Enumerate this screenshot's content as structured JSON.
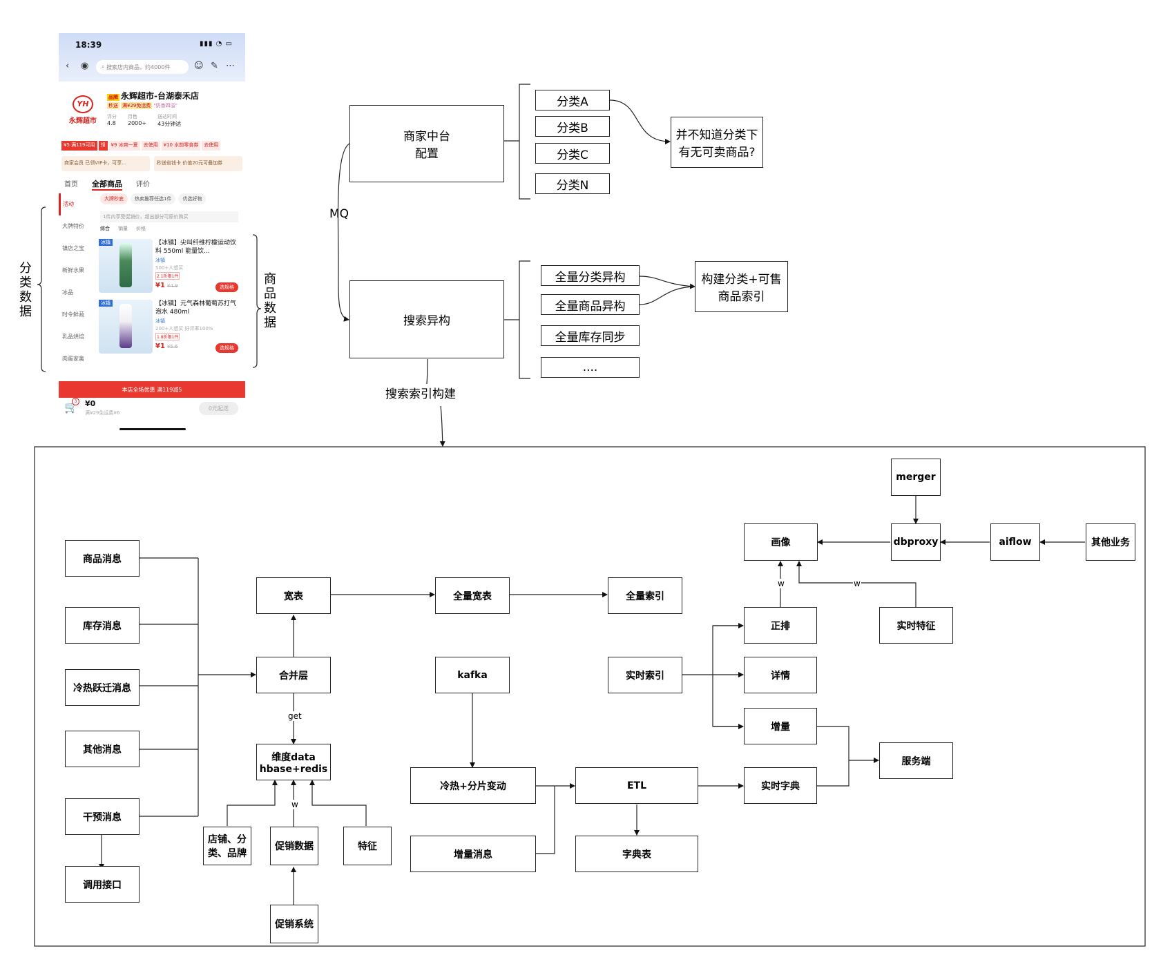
{
  "phone": {
    "time": "18:39",
    "search_placeholder": "搜索店内商品，约4000件",
    "shop_name": "永辉超市-台湖泰禾店",
    "brand_tag": "品牌",
    "logo_letters": "YH",
    "logo_text": "永辉超市",
    "tags": [
      "秒送",
      "满¥29免运费",
      "\"奶香四溢\""
    ],
    "stats": [
      {
        "label": "评分",
        "value": "4.8"
      },
      {
        "label": "月售",
        "value": "2000+"
      },
      {
        "label": "送达时间",
        "value": "43分钟达"
      }
    ],
    "coupons": [
      "¥5 满119可用",
      "领",
      "¥9 冰爽一夏",
      "去使用",
      "¥10 水韵零食券",
      "去使用"
    ],
    "member_left": "商家会员  已领VIP卡，可享...",
    "member_right": "秒送省钱卡  价值20元可叠加券",
    "tabs": [
      "首页",
      "全部商品",
      "评价"
    ],
    "left_nav": [
      "活动",
      "大牌特价",
      "镇店之宝",
      "新鲜水果",
      "冰品",
      "时令鲜蔬",
      "乳品烘焙",
      "肉蛋家禽"
    ],
    "chips": [
      "大牌秒底",
      "热卖推荐任选1件",
      "优选好物"
    ],
    "hint": "1件内享受促销价，超出部分可原价购买",
    "sort": [
      "综合",
      "销量",
      "价格"
    ],
    "items": [
      {
        "badge": "冰镇",
        "name": "【冰镇】尖叫纤维柠檬运动饮料 550ml 能量饮...",
        "sub": "冰镇",
        "sales": "500+人想买",
        "promo": "2.1折限1件",
        "price": "¥1",
        "old": "¥4.9",
        "btn": "选规格"
      },
      {
        "badge": "冰镇",
        "name": "【冰镇】元气森林葡萄苏打气泡水 480ml",
        "sub": "冰镇",
        "sales": "200+人想买  好评率100%",
        "promo": "1.8折限1件",
        "price": "¥1",
        "old": "¥5.6",
        "btn": "选规格"
      }
    ],
    "banner": "本店全场优惠 满119减5",
    "cart_count": "3",
    "cart_price": "¥0",
    "ship_text": "满¥29免运费¥6",
    "go_btn": "0元起送"
  },
  "side_labels": {
    "category_data": "分类数据",
    "product_data": "商品数据"
  },
  "top": {
    "merchant_config": [
      "商家中台",
      "配置"
    ],
    "categories": [
      "分类A",
      "分类B",
      "分类C",
      "分类N"
    ],
    "question": [
      "并不知道分类下",
      "有无可卖商品?"
    ],
    "mq": "MQ",
    "search_async": "搜索异构",
    "async_items": [
      "全量分类异构",
      "全量商品异构",
      "全量库存同步",
      "...."
    ],
    "build_index": [
      "构建分类+可售",
      "商品索引"
    ],
    "index_build": "搜索索引构建"
  },
  "arch": {
    "messages": [
      "商品消息",
      "库存消息",
      "冷热跃迁消息",
      "其他消息",
      "干预消息"
    ],
    "call_api": "调用接口",
    "wide_table": "宽表",
    "merge_layer": "合并层",
    "get_label": "get",
    "dim_data": [
      "维度data",
      "hbase+redis"
    ],
    "w_label": "w",
    "dim_sources": [
      "店铺、分类、品牌",
      "促销数据",
      "特征"
    ],
    "promo_system": "促销系统",
    "full_wide": "全量宽表",
    "full_index": "全量索引",
    "kafka": "kafka",
    "hot_cold": "冷热+分片变动",
    "incr_msg": "增量消息",
    "etl": "ETL",
    "dict_table": "字典表",
    "rt_index": "实时索引",
    "zhengpai": "正排",
    "detail": "详情",
    "incr": "增量",
    "rt_dict": "实时字典",
    "server": "服务端",
    "profile": "画像",
    "dbproxy": "dbproxy",
    "aiflow": "aiflow",
    "other_biz": "其他业务",
    "merger": "merger",
    "rt_feature": "实时特征"
  }
}
